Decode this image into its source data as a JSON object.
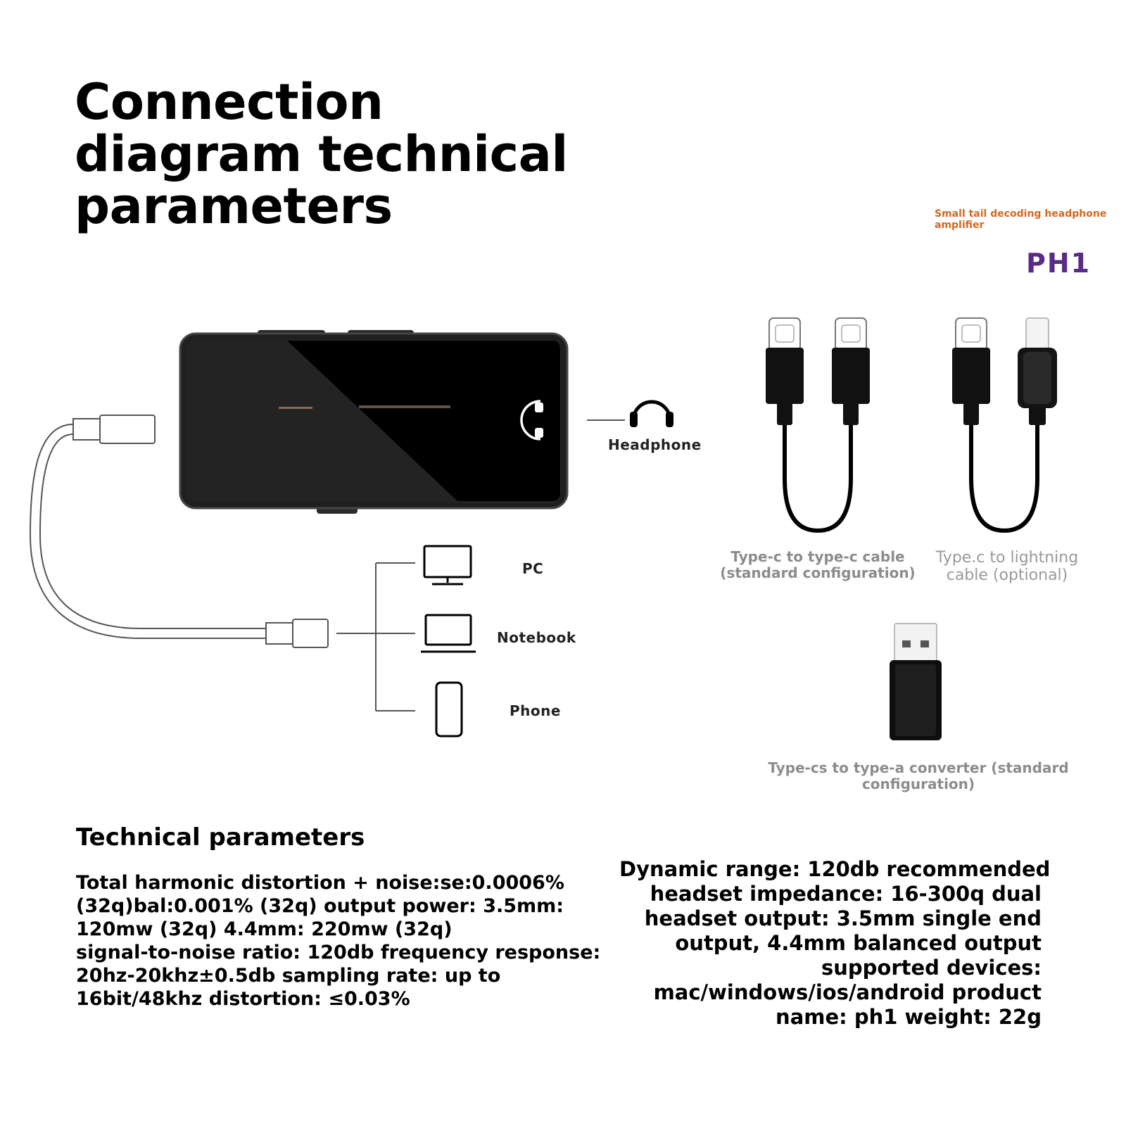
{
  "title": {
    "lines": [
      "Connection",
      "diagram technical",
      "parameters"
    ]
  },
  "brand": {
    "tagline_lines": [
      "Small tail decoding headphone",
      "amplifier"
    ],
    "logo": "PH1",
    "logo_color": "#5b2a86",
    "tagline_color": "#d2691e"
  },
  "diagram": {
    "headphone_label": "Headphone",
    "devices": [
      {
        "label": "PC",
        "icon": "monitor-icon"
      },
      {
        "label": "Notebook",
        "icon": "laptop-icon"
      },
      {
        "label": "Phone",
        "icon": "phone-icon"
      }
    ]
  },
  "accessories": [
    {
      "caption_lines": [
        "Type-c to type-c cable",
        "(standard configuration)"
      ],
      "icon": "usb-c-cable-icon"
    },
    {
      "caption_lines": [
        "Type.c to lightning",
        "cable (optional)"
      ],
      "icon": "lightning-cable-icon"
    },
    {
      "caption_lines": [
        "Type-cs to type-a converter (standard",
        "configuration)"
      ],
      "icon": "usb-a-adapter-icon"
    }
  ],
  "tech": {
    "heading": "Technical parameters",
    "left_lines": [
      "Total harmonic distortion + noise:se:0.0006%",
      "(32q)bal:0.001% (32q) output power: 3.5mm:",
      "120mw (32q) 4.4mm: 220mw (32q)",
      "signal-to-noise ratio: 120db frequency response:",
      "20hz-20khz±0.5db sampling rate: up to",
      "16bit/48khz distortion: ≤0.03%"
    ],
    "right_lines": [
      "Dynamic range: 120db recommended",
      "headset impedance: 16-300q dual",
      "headset output: 3.5mm single end",
      "output, 4.4mm balanced output",
      "supported devices:",
      "mac/windows/ios/android product",
      "name: ph1 weight: 22g"
    ]
  }
}
